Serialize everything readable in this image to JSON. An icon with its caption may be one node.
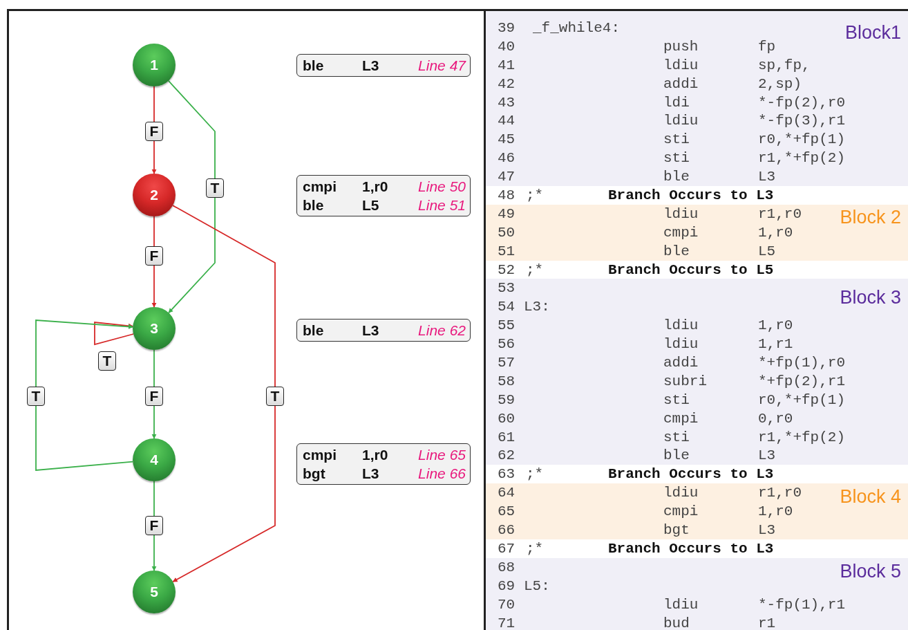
{
  "diagram": {
    "nodes": [
      {
        "text": [
          "1"
        ]
      },
      {
        "text": [
          "2"
        ]
      },
      {
        "text": [
          "3"
        ]
      },
      {
        "text": [
          "4"
        ]
      },
      {
        "text": [
          "5"
        ]
      },
      {
        "text": [
          "ble",
          "L3",
          "Line 47"
        ]
      },
      {
        "text": [
          "cmpi",
          "1,r0",
          "Line 50",
          "ble",
          "L5",
          "Line 51"
        ]
      },
      {
        "text": [
          "ble",
          "L3",
          "Line 62"
        ]
      },
      {
        "text": [
          "cmpi",
          "1,r0",
          "Line 65",
          "bgt",
          "L3",
          "Line 66"
        ]
      }
    ],
    "edges": [
      {
        "from": 0,
        "to": 1,
        "arrow": "to",
        "label": "F",
        "color": "#d62828"
      },
      {
        "from": 0,
        "to": 2,
        "arrow": "to",
        "label": "T",
        "color": "#3ab04a"
      },
      {
        "from": 1,
        "to": 2,
        "arrow": "to",
        "label": "F",
        "color": "#d62828"
      },
      {
        "from": 1,
        "to": 4,
        "arrow": "to",
        "label": "T",
        "color": "#d62828"
      },
      {
        "from": 2,
        "to": 2,
        "arrow": "to",
        "label": "T",
        "color": "#d62828"
      },
      {
        "from": 3,
        "to": 2,
        "arrow": "to",
        "label": "T",
        "color": "#3ab04a"
      },
      {
        "from": 2,
        "to": 3,
        "arrow": "to",
        "label": "F",
        "color": "#3ab04a"
      },
      {
        "from": 3,
        "to": 4,
        "arrow": "to",
        "label": "F",
        "color": "#3ab04a"
      }
    ],
    "labels": [
      "39",
      "_f_while4:",
      "Block1",
      "40",
      "push",
      "fp",
      "41",
      "ldiu",
      "sp,fp,",
      "42",
      "addi",
      "2,sp)",
      "43",
      "ldi",
      "*-fp(2),r0",
      "44",
      "ldiu",
      "*-fp(3),r1",
      "45",
      "sti",
      "r0,*+fp(1)",
      "46",
      "sti",
      "r1,*+fp(2)",
      "47",
      "ble",
      "L3",
      "48",
      ";*",
      "Branch Occurs to L3",
      "49",
      "ldiu",
      "r1,r0",
      "50",
      "cmpi",
      "1,r0",
      "Block 2",
      "51",
      "ble",
      "L5",
      "52",
      ";*",
      "Branch Occurs to L5",
      "53",
      "54",
      "L3:",
      "Block 3",
      "55",
      "ldiu",
      "1,r0",
      "56",
      "ldiu",
      "1,r1",
      "57",
      "addi",
      "*+fp(1),r0",
      "58",
      "subri",
      "*+fp(2),r1",
      "59",
      "sti",
      "r0,*+fp(1)",
      "60",
      "cmpi",
      "0,r0",
      "61",
      "sti",
      "r1,*+fp(2)",
      "62",
      "ble",
      "L3",
      "63",
      ";*",
      "Branch Occurs to L3",
      "64",
      "ldiu",
      "r1,r0",
      "65",
      "cmpi",
      "1,r0",
      "Block 4",
      "66",
      "bgt",
      "L3",
      "67",
      ";*",
      "Branch Occurs to L3",
      "68",
      "69",
      "L5:",
      "Block 5",
      "70",
      "ldiu",
      "*-fp(1),r1",
      "71",
      "bud",
      "r1"
    ]
  }
}
